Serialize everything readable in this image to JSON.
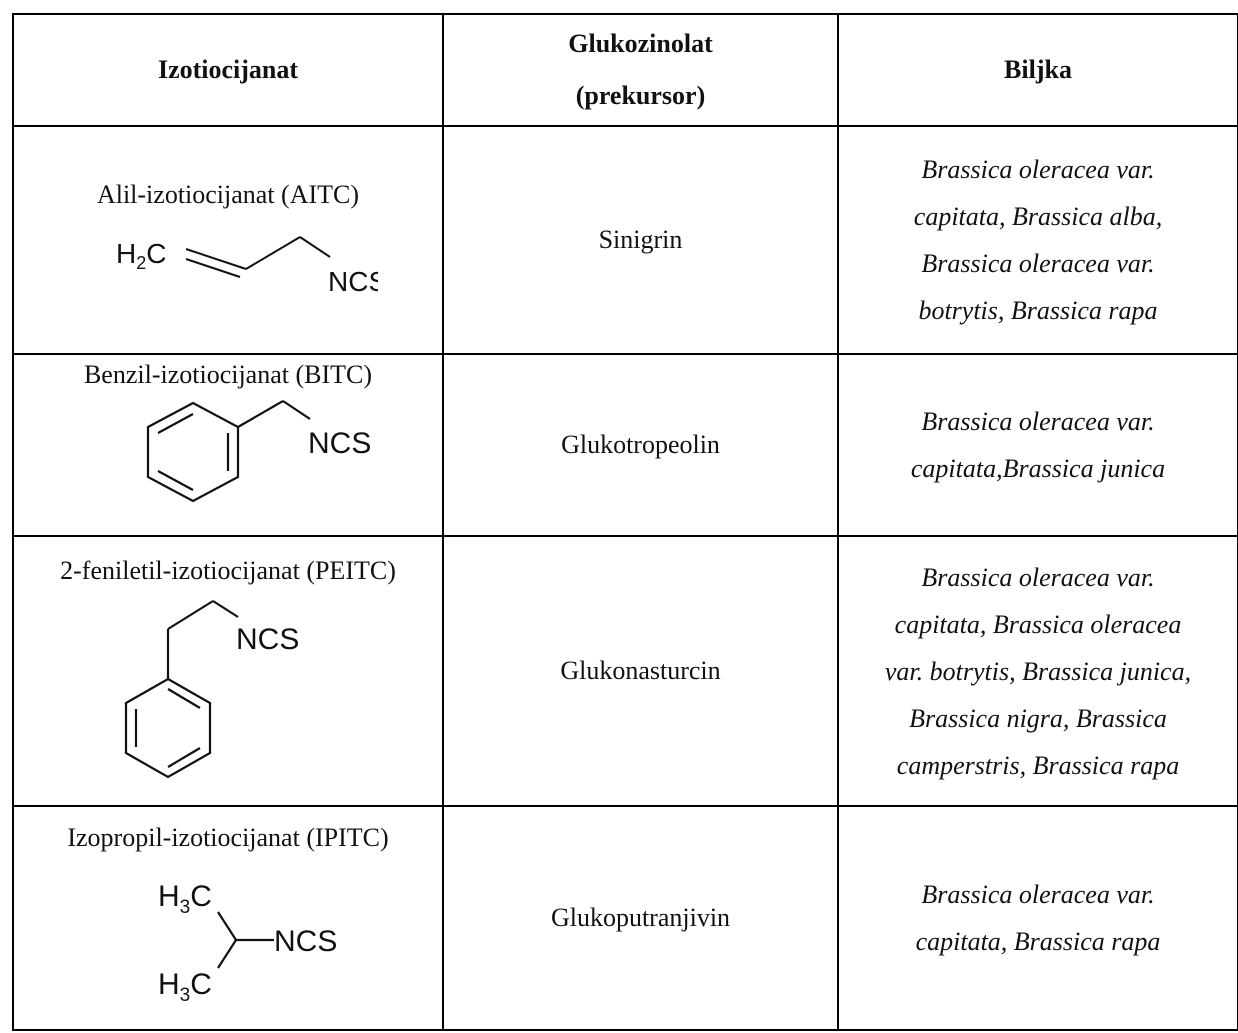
{
  "headers": {
    "col1": "Izotiocijanat",
    "col2_line1": "Glukozinolat",
    "col2_line2": "(prekursor)",
    "col3": "Biljka"
  },
  "rows": [
    {
      "name": "Alil-izotiocijanat (AITC)",
      "precursor": "Sinigrin",
      "plants": [
        "Brassica oleracea var.",
        "capitata, Brassica alba,",
        "Brassica oleracea var.",
        "botrytis, Brassica rapa"
      ],
      "structure": {
        "icon": "allyl-isothiocyanate-structure",
        "label_left": "H",
        "label_left_sub": "2",
        "label_left_end": "C",
        "label_right": "NCS"
      }
    },
    {
      "name": "Benzil-izotiocijanat (BITC)",
      "precursor": "Glukotropeolin",
      "plants": [
        "Brassica oleracea var.",
        "capitata,Brassica junica"
      ],
      "structure": {
        "icon": "benzyl-isothiocyanate-structure",
        "label_right": "NCS"
      }
    },
    {
      "name": "2-feniletil-izotiocijanat (PEITC)",
      "precursor": "Glukonasturcin",
      "plants": [
        "Brassica oleracea var.",
        "capitata, Brassica oleracea",
        "var. botrytis, Brassica junica,",
        "Brassica nigra, Brassica",
        "camperstris, Brassica rapa"
      ],
      "structure": {
        "icon": "phenylethyl-isothiocyanate-structure",
        "label_right": "NCS"
      }
    },
    {
      "name": "Izopropil-izotiocijanat (IPITC)",
      "precursor": "Glukoputranjivin",
      "plants": [
        "Brassica oleracea var.",
        "capitata, Brassica rapa"
      ],
      "structure": {
        "icon": "isopropyl-isothiocyanate-structure",
        "label_top": "H",
        "label_top_sub": "3",
        "label_top_end": "C",
        "label_bottom": "H",
        "label_bottom_sub": "3",
        "label_bottom_end": "C",
        "label_right": "NCS"
      }
    }
  ]
}
